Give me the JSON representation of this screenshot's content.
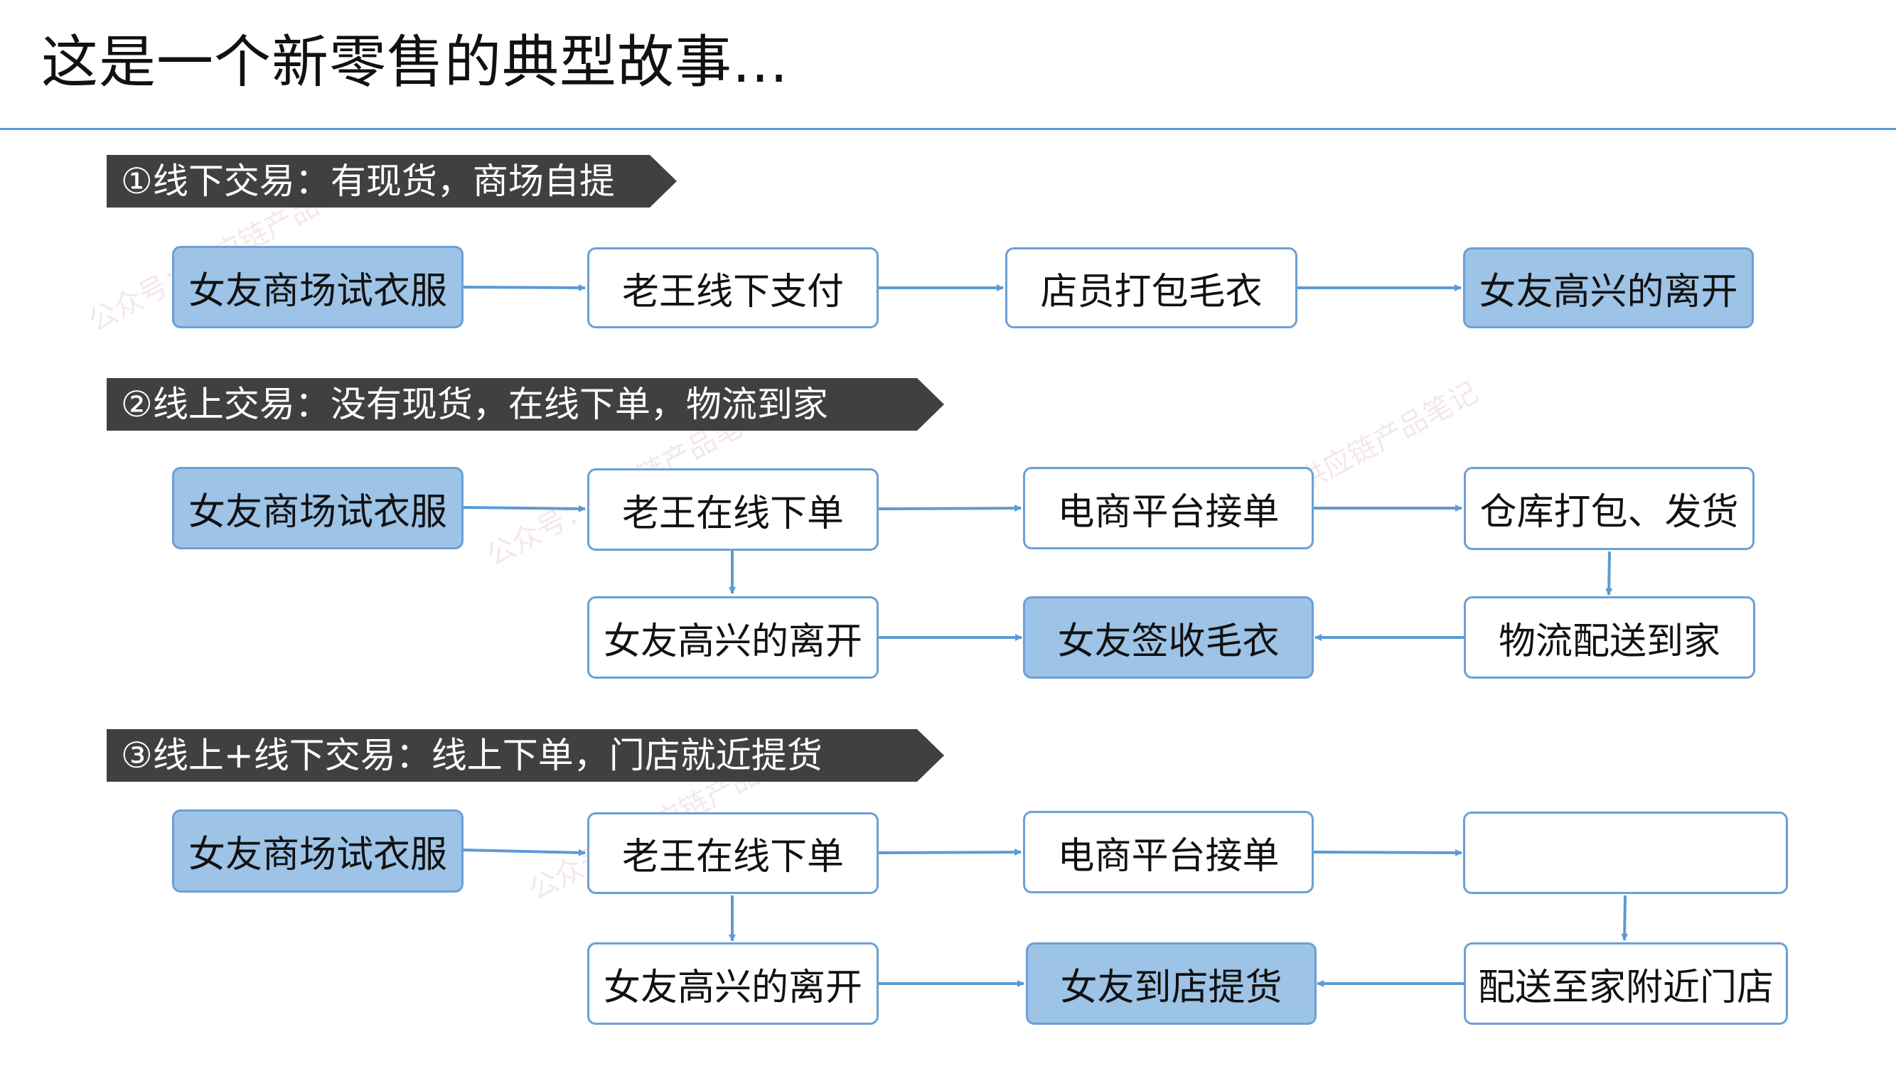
{
  "title": "这是一个新零售的典型故事...",
  "colors": {
    "accent": "#5b9bd5",
    "node_border": "#6d9fd3",
    "node_highlight": "#9dc3e6",
    "banner_bg": "#404040",
    "banner_text": "#ffffff"
  },
  "watermark": {
    "text_1": "公众号：供应链产品笔记",
    "text_2": "公众号：供应链产品笔记",
    "text_3": "公众号：供应链产品笔记",
    "text_4": "公众号：供应链产品笔记"
  },
  "sections": [
    {
      "banner": "①线下交易：有现货，商场自提",
      "nodes": [
        "女友商场试衣服",
        "老王线下支付",
        "店员打包毛衣",
        "女友高兴的离开"
      ]
    },
    {
      "banner": "②线上交易：没有现货，在线下单，物流到家",
      "nodes": [
        "女友商场试衣服",
        "老王在线下单",
        "电商平台接单",
        "仓库打包、发货",
        "物流配送到家",
        "女友签收毛衣",
        "女友高兴的离开"
      ]
    },
    {
      "banner": "③线上+线下交易：线上下单，门店就近提货",
      "nodes": [
        "女友商场试衣服",
        "老王在线下单",
        "电商平台接单",
        "",
        "配送至家附近门店",
        "女友到店提货",
        "女友高兴的离开"
      ]
    }
  ]
}
